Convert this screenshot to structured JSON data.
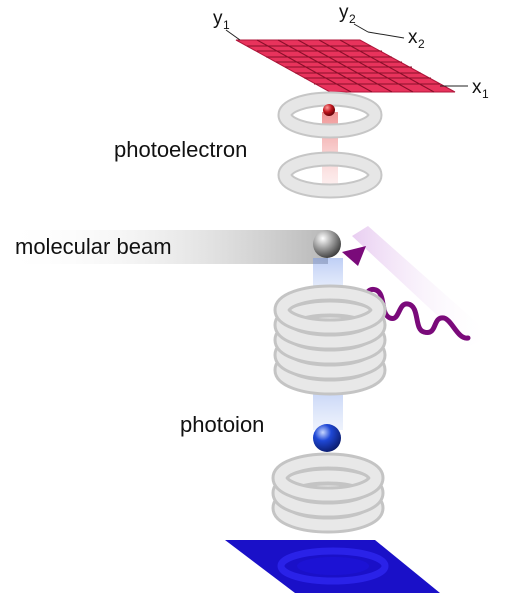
{
  "labels": {
    "photoelectron": "photoelectron",
    "molecular_beam": "molecular beam",
    "photoion": "photoion"
  },
  "detector_axes": {
    "y1": {
      "base": "y",
      "sub": "1"
    },
    "y2": {
      "base": "y",
      "sub": "2"
    },
    "x1": {
      "base": "x",
      "sub": "1"
    },
    "x2": {
      "base": "x",
      "sub": "2"
    }
  },
  "colors": {
    "electron_detector": "#e8335c",
    "detector_grid": "#8a0f2a",
    "ion_detector": "#1a10c8",
    "electron": "#c0141c",
    "ion": "#1438c8",
    "molecule": "#9a9a9a",
    "laser": "#7a0a7a",
    "electrode": "#d4d4d4"
  }
}
